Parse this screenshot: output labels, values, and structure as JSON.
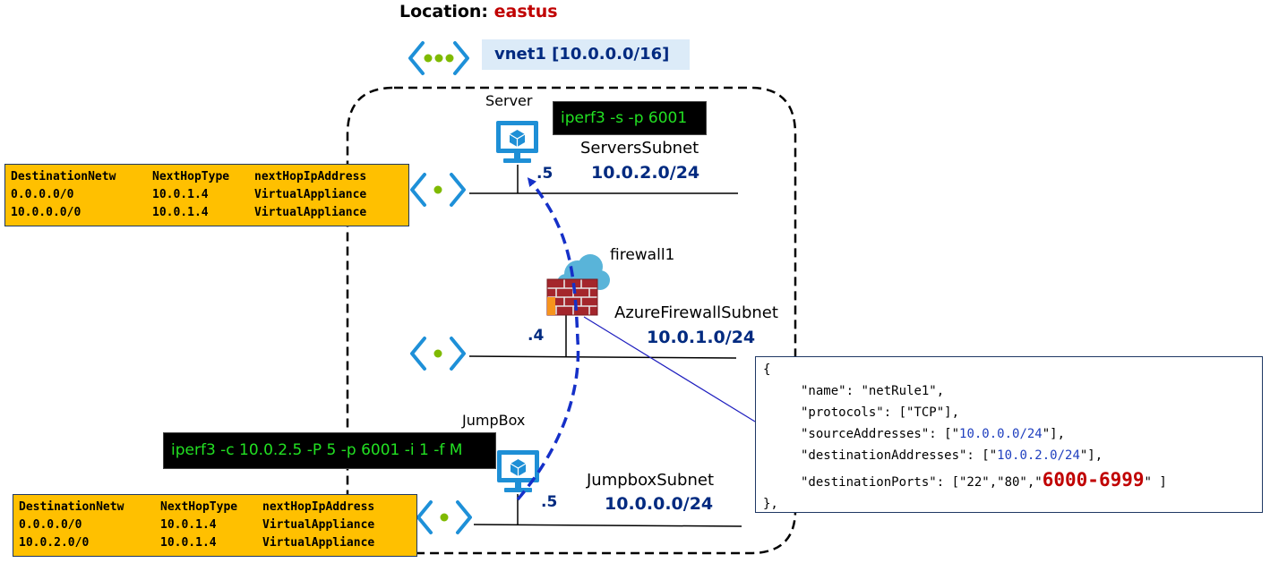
{
  "location": {
    "label": "Location:",
    "value": "eastus"
  },
  "vnet": {
    "label": "vnet1 [10.0.0.0/16]"
  },
  "server": {
    "label": "Server",
    "command": "iperf3 -s -p 6001",
    "ip_suffix": ".5"
  },
  "jumpbox": {
    "label": "JumpBox",
    "command": "iperf3 -c 10.0.2.5 -P 5 -p 6001 -i 1 -f M",
    "ip_suffix": ".5"
  },
  "firewall": {
    "label": "firewall1",
    "ip_suffix": ".4"
  },
  "subnets": {
    "servers": {
      "name": "ServersSubnet",
      "cidr": "10.0.2.0/24"
    },
    "firewall": {
      "name": "AzureFirewallSubnet",
      "cidr": "10.0.1.0/24"
    },
    "jumpbox": {
      "name": "JumpboxSubnet",
      "cidr": "10.0.0.0/24"
    }
  },
  "route_tables": {
    "top": {
      "headers": [
        "DestinationNetw",
        "NextHopType",
        "nextHopIpAddress"
      ],
      "rows": [
        [
          "0.0.0.0/0",
          "10.0.1.4",
          "VirtualAppliance"
        ],
        [
          "10.0.0.0/0",
          "10.0.1.4",
          "VirtualAppliance"
        ]
      ]
    },
    "bottom": {
      "headers": [
        "DestinationNetw",
        "NextHopType",
        "nextHopIpAddress"
      ],
      "rows": [
        [
          "0.0.0.0/0",
          "10.0.1.4",
          "VirtualAppliance"
        ],
        [
          "10.0.2.0/0",
          "10.0.1.4",
          "VirtualAppliance"
        ]
      ]
    }
  },
  "net_rule": {
    "open": "{",
    "name_key": "\"name\": ",
    "name_val": "\"netRule1\",",
    "protocols_key": "\"protocols\": ",
    "protocols_val": "[\"TCP\"],",
    "src_key": "\"sourceAddresses\": ",
    "src_q1": "[\"",
    "src_val": "10.0.0.0/24",
    "src_q2": "\"],",
    "dst_key": "\"destinationAddresses\": ",
    "dst_q1": "[\"",
    "dst_val": "10.0.2.0/24",
    "dst_q2": "\"],",
    "ports_key": "\"destinationPorts\": ",
    "ports_pre": "[\"22\",\"80\",\"",
    "ports_range": "6000-6999",
    "ports_post": "\" ]",
    "close": "},"
  },
  "colors": {
    "cidr": "#002a80",
    "route_table_bg": "#ffc000",
    "command_text": "#22e022",
    "highlight_red": "#c00000",
    "vnet_label_bg": "#dcebf8",
    "azure_blue": "#1e90d8",
    "traffic_path": "#1530c8"
  }
}
